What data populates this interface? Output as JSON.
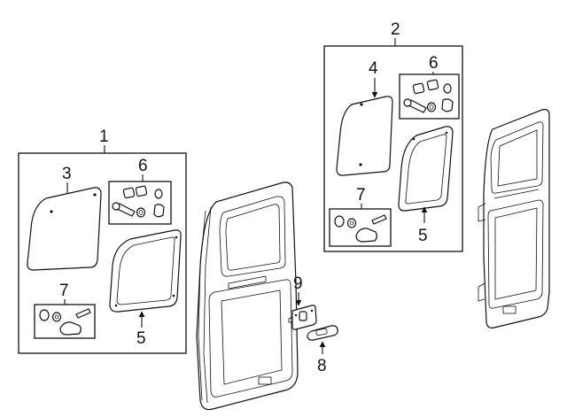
{
  "callouts": {
    "kit_left": "1",
    "kit_right": "2",
    "glass_left": "3",
    "glass_right": "4",
    "seal_left": "5",
    "seal_right": "5",
    "hardware_left": "6",
    "hardware_right": "6",
    "clip_left": "7",
    "clip_right": "7",
    "bezel": "8",
    "latch": "9"
  },
  "colors": {
    "line": "#111111",
    "background": "#ffffff"
  }
}
